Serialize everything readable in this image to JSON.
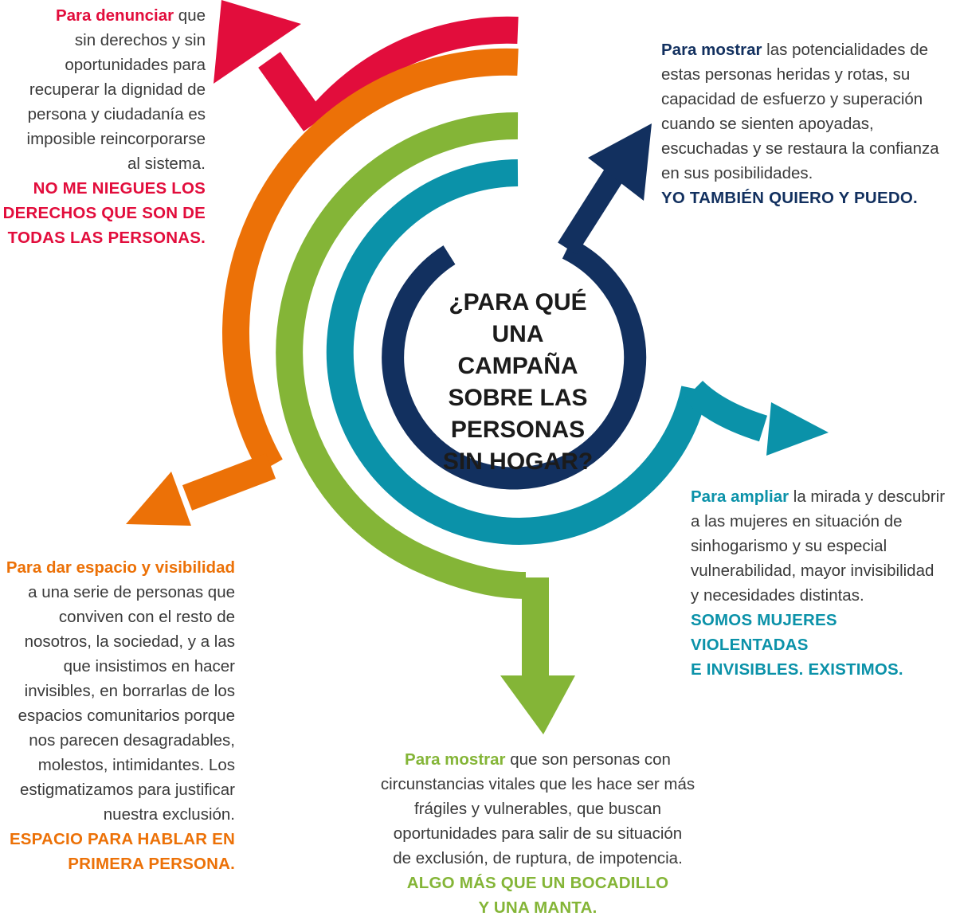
{
  "colors": {
    "red": "#e20d3c",
    "orange": "#ec7107",
    "green": "#84b537",
    "teal": "#0b92a9",
    "navy": "#12305f",
    "text": "#3a3a3a"
  },
  "center": {
    "question_lines": [
      "¿PARA QUÉ",
      "UNA CAMPAÑA",
      "SOBRE LAS",
      "PERSONAS",
      "SIN HOGAR?"
    ]
  },
  "blocks": {
    "red": {
      "lead": "Para denunciar",
      "body_lines": [
        " que",
        "sin derechos y sin",
        "oportunidades para",
        "recuperar la dignidad de",
        "persona y ciudadanía es",
        "imposible reincorporarse",
        "al sistema."
      ],
      "slogan_lines": [
        "NO ME NIEGUES LOS",
        "DERECHOS QUE SON DE",
        "TODAS LAS PERSONAS."
      ]
    },
    "navy": {
      "lead": "Para mostrar",
      "body_lines": [
        " las potencialidades de",
        "estas personas heridas y rotas, su",
        "capacidad de esfuerzo y superación",
        "cuando se sienten apoyadas,",
        "escuchadas y se restaura la confianza",
        "en sus posibilidades."
      ],
      "slogan_lines": [
        "YO TAMBIÉN QUIERO Y PUEDO."
      ]
    },
    "teal": {
      "lead": "Para ampliar",
      "body_lines": [
        " la mirada y descubrir",
        "a las mujeres en situación de",
        "sinhogarismo y su especial",
        "vulnerabilidad, mayor invisibilidad",
        "y necesidades distintas."
      ],
      "slogan_lines": [
        "SOMOS MUJERES VIOLENTADAS",
        "E INVISIBLES. EXISTIMOS."
      ]
    },
    "orange": {
      "lead": "Para dar espacio y visibilidad",
      "body_lines": [
        "",
        "a una serie de personas que",
        "conviven con el resto de",
        "nosotros, la sociedad, y a las",
        "que insistimos en hacer",
        "invisibles, en borrarlas de los",
        "espacios comunitarios porque",
        "nos parecen desagradables,",
        "molestos, intimidantes.  Los",
        "estigmatizamos para justificar",
        "nuestra exclusión."
      ],
      "slogan_lines": [
        "ESPACIO PARA HABLAR EN",
        "PRIMERA PERSONA."
      ]
    },
    "green": {
      "lead": "Para mostrar",
      "body_lines": [
        " que son personas con",
        "circunstancias vitales que les hace ser más",
        "frágiles y vulnerables, que buscan",
        "oportunidades para salir de su situación",
        "de exclusión, de ruptura, de impotencia."
      ],
      "slogan_lines": [
        "ALGO MÁS QUE UN BOCADILLO",
        "Y UNA MANTA."
      ]
    }
  }
}
